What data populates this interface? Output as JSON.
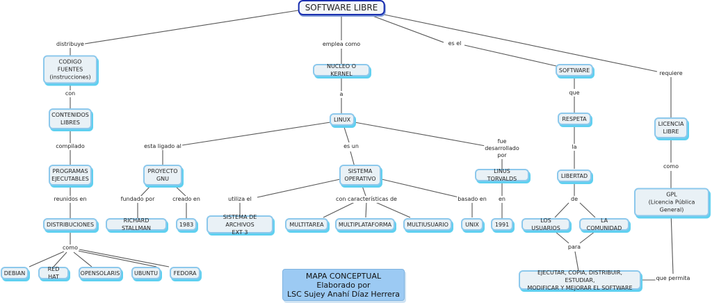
{
  "title": "SOFTWARE LIBRE",
  "concepts": {
    "root": "SOFTWARE LIBRE",
    "codigo": "CODIGO FUENTES\n(instrucciones)",
    "contenidos": "CONTENIDOS\nLIBRES",
    "programas": "PROGRAMAS\nEJECUTABLES",
    "distribuciones": "DISTRIBUCIONES",
    "debian": "DEBIAN",
    "redhat": "RED HAT",
    "opensolaris": "OPENSOLARIS",
    "ubuntu": "UBUNTU",
    "fedora": "FEDORA",
    "nucleo": "NUCLEO O KERNEL",
    "linux": "LINUX",
    "gnu": "PROYECTO\nGNU",
    "stallman": "RICHARD STALLMAN",
    "y1983": "1983",
    "so": "SISTEMA\nOPERATIVO",
    "ext3": "SISTEMA DE ARCHIVOS\nEXT 3",
    "multitarea": "MULTITAREA",
    "multiplataforma": "MULTIPLATAFORMA",
    "multiusuario": "MULTIUSUARIO",
    "unix": "UNIX",
    "torvalds": "LINUS TORVALDS",
    "y1991": "1991",
    "software": "SOFTWARE",
    "respeta": "RESPETA",
    "libertad": "LIBERTAD",
    "usuarios": "LOS USUARIOS",
    "comunidad": "LA COMUNIDAD",
    "ejecutar": "EJECUTAR, COPIA, DISTRIBUIR, ESTUDIAR,\nMODIFICAR Y MEJORAR EL SOFTWARE",
    "licencia": "LICENCIA\nLIBRE",
    "gpl": "GPL\n(Licencia Pública General)",
    "credit": "MAPA CONCEPTUAL\nElaborado por\nLSC Sujey Anahí Díaz Herrera"
  },
  "links": {
    "distribuye": "distribuye",
    "con": "con",
    "compilado": "compilado",
    "reunidos": "reunidos en",
    "como1": "como",
    "emplea": "emplea como",
    "a": "a",
    "ligado": "esta ligado al",
    "fundado": "fundado por",
    "creado": "creado en",
    "esun": "es un",
    "utiliza": "utiliza el",
    "caract": "con características de",
    "basado": "basado en",
    "fue": "fue\ndesarrollado\npor",
    "en": "en",
    "esel": "es el",
    "que": "que",
    "la": "la",
    "de": "de",
    "para": "para",
    "requiere": "requiere",
    "como2": "como",
    "permita": "que permita"
  },
  "colors": {
    "node_fill": "#e9f1f6",
    "node_border": "#8cc8ec",
    "node_shadow": "#5fd0f0",
    "root_border": "#1a2fb0",
    "credit_fill": "#9ccaf3",
    "line": "#555555"
  }
}
